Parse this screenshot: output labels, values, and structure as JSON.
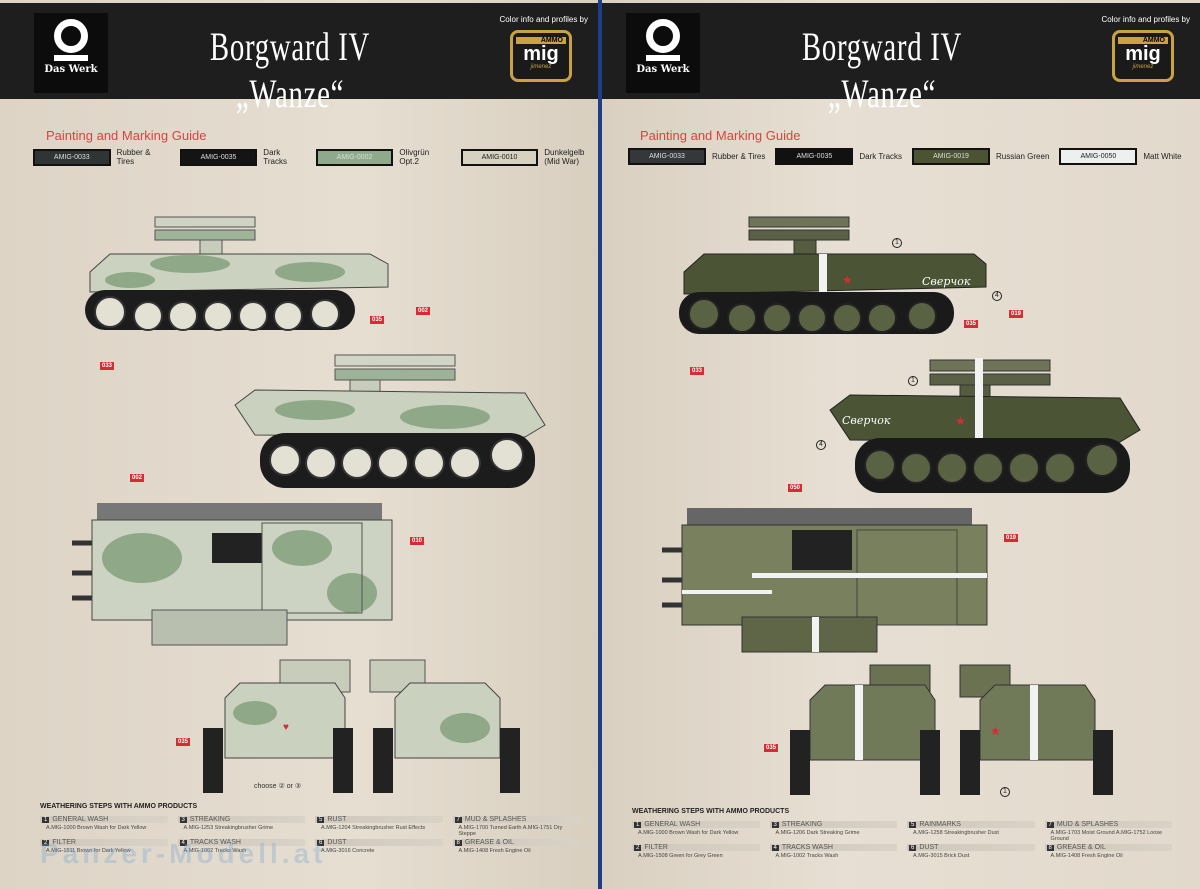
{
  "header": {
    "logo_text": "Das Werk",
    "title": "Borgward IV „Wanze“",
    "byline": "Color info and profiles by",
    "ammo_logo": {
      "top": "AMMO",
      "main": "mig",
      "sub": "jimenez"
    }
  },
  "pages": [
    {
      "guide_title": "Painting and Marking Guide",
      "chips": [
        {
          "code": "AMIG-0033",
          "label": "Rubber & Tires",
          "color": "#2f3434"
        },
        {
          "code": "AMIG-0035",
          "label": "Dark Tracks",
          "color": "#141414"
        },
        {
          "code": "AMIG-0002",
          "label": "Olivgrün Opt.2",
          "color": "#8fa98b"
        },
        {
          "code": "AMIG-0010",
          "label": "Dunkelgelb (Mid War)",
          "color": "#d7d1bf"
        }
      ],
      "callouts": [
        "035",
        "033",
        "002",
        "002",
        "010",
        "035"
      ],
      "choose_note": "choose ② or ③",
      "weathering_title": "WEATHERING STEPS WITH AMMO PRODUCTS",
      "steps": [
        {
          "n": "1",
          "name": "GENERAL WASH",
          "desc": "A.MIG-1000 Brown Wash for Dark Yellow"
        },
        {
          "n": "3",
          "name": "STREAKING",
          "desc": "A.MIG-1253 Streakingbrusher Grime"
        },
        {
          "n": "5",
          "name": "RUST",
          "desc": "A.MIG-1204 Streakingbrusher Rust Effects"
        },
        {
          "n": "7",
          "name": "MUD & SPLASHES",
          "desc": "A.MIG-1700 Turned Earth A.MIG-1751 Dry Steppe"
        },
        {
          "n": "2",
          "name": "FILTER",
          "desc": "A.MIG-1511 Brown for Dark Yellow"
        },
        {
          "n": "4",
          "name": "TRACKS WASH",
          "desc": "A.MIG-1002 Tracks Wash"
        },
        {
          "n": "6",
          "name": "DUST",
          "desc": "A.MIG-3016 Concrete"
        },
        {
          "n": "8",
          "name": "GREASE & OIL",
          "desc": "A.MIG-1408 Fresh Engine Oil"
        }
      ],
      "watermark": "Panzer-Modell.at"
    },
    {
      "guide_title": "Painting and Marking Guide",
      "chips": [
        {
          "code": "AMIG-0033",
          "label": "Rubber & Tires",
          "color": "#34383a"
        },
        {
          "code": "AMIG-0035",
          "label": "Dark Tracks",
          "color": "#111111"
        },
        {
          "code": "AMIG-0019",
          "label": "Russian Green",
          "color": "#4b5333"
        },
        {
          "code": "AMIG-0050",
          "label": "Matt White",
          "color": "#eef0f0"
        }
      ],
      "callouts": [
        "035",
        "033",
        "019",
        "050",
        "019",
        "035"
      ],
      "markings": {
        "circle1": "1",
        "circle4": "4",
        "name": "Сверчок"
      },
      "weathering_title": "WEATHERING STEPS WITH AMMO PRODUCTS",
      "steps": [
        {
          "n": "1",
          "name": "GENERAL WASH",
          "desc": "A.MIG-1000 Brown Wash for Dark Yellow"
        },
        {
          "n": "3",
          "name": "STREAKING",
          "desc": "A.MIG-1206 Dark Streaking Grime"
        },
        {
          "n": "5",
          "name": "RAINMARKS",
          "desc": "A.MIG-1258 Streakingbrusher Dust"
        },
        {
          "n": "7",
          "name": "MUD & SPLASHES",
          "desc": "A.MIG-1703 Moist Ground A.MIG-1752 Loose Ground"
        },
        {
          "n": "2",
          "name": "FILTER",
          "desc": "A.MIG-1508 Green for Grey Green"
        },
        {
          "n": "4",
          "name": "TRACKS WASH",
          "desc": "A.MIG-1002 Tracks Wash"
        },
        {
          "n": "6",
          "name": "DUST",
          "desc": "A.MIG-3015 Brick Dust"
        },
        {
          "n": "8",
          "name": "GREASE & OIL",
          "desc": "A.MIG-1408 Fresh Engine Oil"
        }
      ]
    }
  ]
}
